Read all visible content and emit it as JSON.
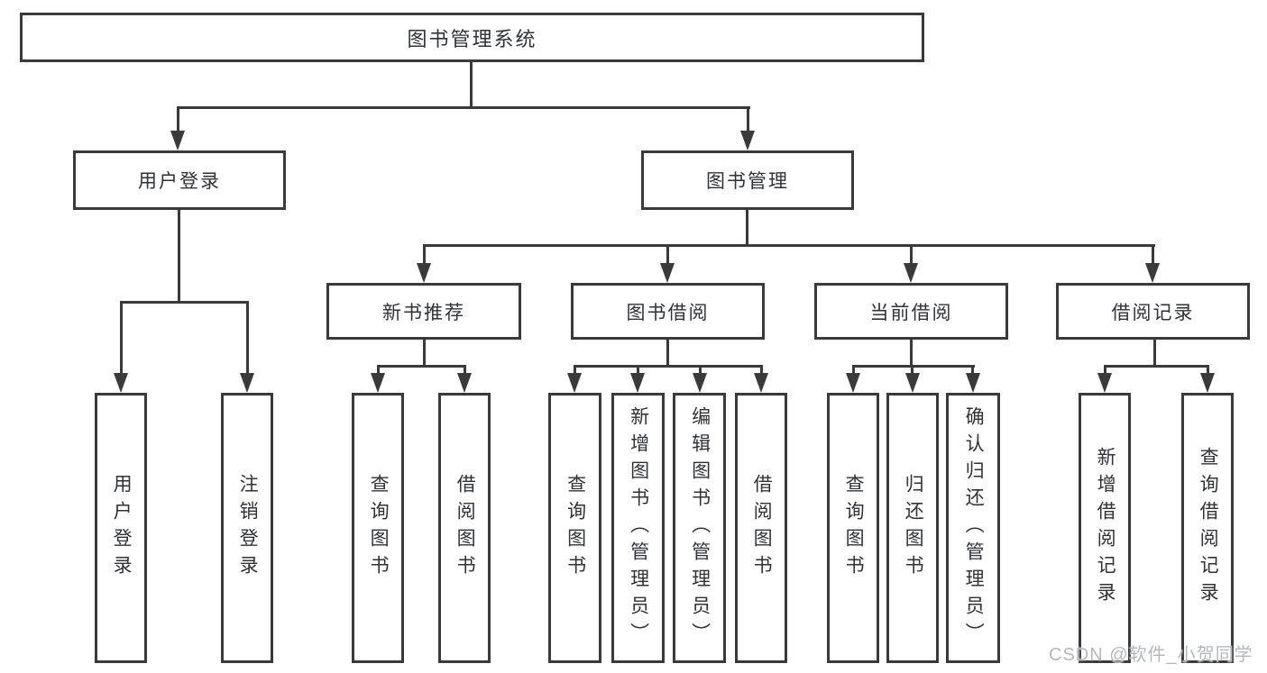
{
  "diagram": {
    "tree": {
      "label": "图书管理系统",
      "children": [
        {
          "label": "用户登录",
          "children": [
            {
              "label": "用户登录"
            },
            {
              "label": "注销登录"
            }
          ]
        },
        {
          "label": "图书管理",
          "children": [
            {
              "label": "新书推荐",
              "children": [
                {
                  "label": "查询图书"
                },
                {
                  "label": "借阅图书"
                }
              ]
            },
            {
              "label": "图书借阅",
              "children": [
                {
                  "label": "查询图书"
                },
                {
                  "label": "新增图书（管理员）"
                },
                {
                  "label": "编辑图书（管理员）"
                },
                {
                  "label": "借阅图书"
                }
              ]
            },
            {
              "label": "当前借阅",
              "children": [
                {
                  "label": "查询图书"
                },
                {
                  "label": "归还图书"
                },
                {
                  "label": "确认归还（管理员）"
                }
              ]
            },
            {
              "label": "借阅记录",
              "children": [
                {
                  "label": "新增借阅记录"
                },
                {
                  "label": "查询借阅记录"
                }
              ]
            }
          ]
        }
      ]
    },
    "colors": {
      "line": "#3a3a3a",
      "text": "#303236",
      "background": "#ffffff",
      "watermark": "#b4b8bd"
    }
  },
  "watermark": {
    "text": "CSDN @软件_小贺同学"
  }
}
